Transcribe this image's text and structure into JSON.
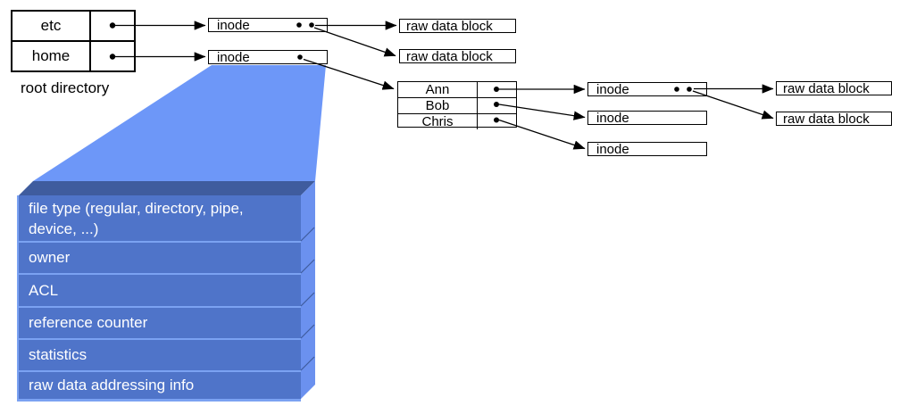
{
  "labels": {
    "inode": "inode",
    "raw_data_block": "raw data block",
    "root_directory_caption": "root directory"
  },
  "root_directory_table": {
    "rows": [
      "etc",
      "home"
    ]
  },
  "home_directory_table": {
    "rows": [
      "Ann",
      "Bob",
      "Chris"
    ]
  },
  "inode_contents": [
    "file type (regular, directory, pipe, device, ...)",
    "owner",
    "ACL",
    "reference counter",
    "statistics",
    "raw data addressing info"
  ],
  "colors": {
    "funnel_blue": "#6D97F8",
    "stack_front_blue": "#4F74C9",
    "stack_top_navy": "#3F5C9E",
    "stack_side_blue": "#6B91EF",
    "stack_separator_blue": "#7BA2F2",
    "line_black": "#000000"
  }
}
